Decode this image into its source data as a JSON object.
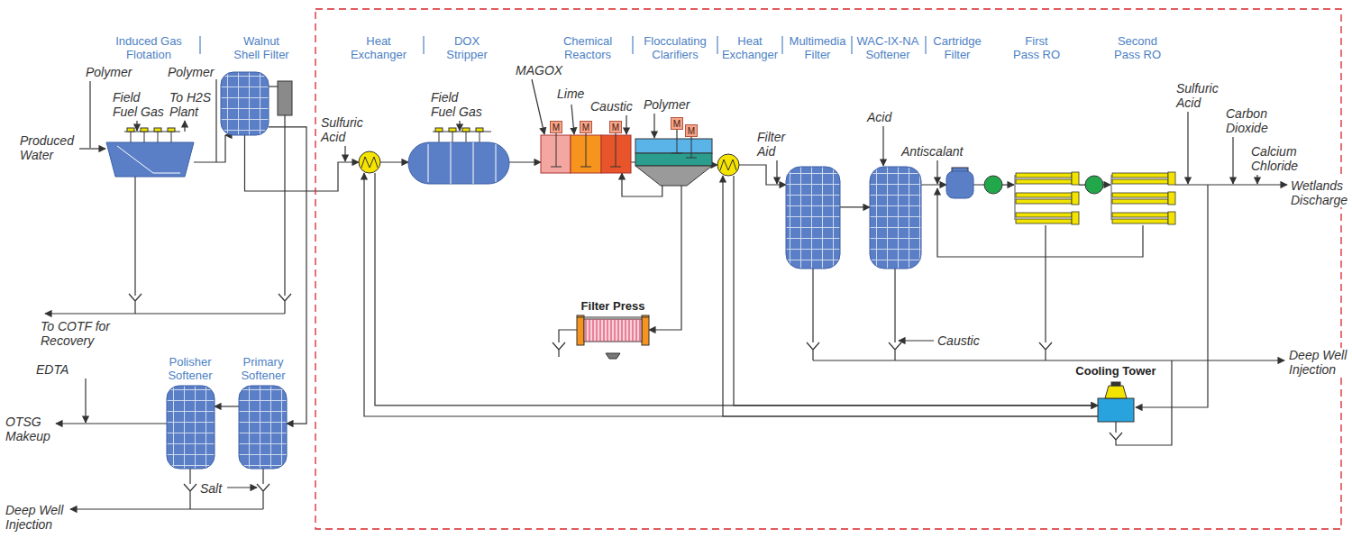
{
  "diagram": {
    "nodes": [
      {
        "text": [
          "Induced Gas Flotation"
        ]
      },
      {
        "text": [
          "Walnut Shell Filter"
        ]
      },
      {
        "text": [
          "Heat Exchanger"
        ]
      },
      {
        "text": [
          "DOX Stripper"
        ]
      },
      {
        "text": [
          "Chemical Reactors"
        ]
      },
      {
        "text": [
          "Flocculating Clarifiers"
        ]
      },
      {
        "text": [
          "Heat Exchanger"
        ]
      },
      {
        "text": [
          "Multimedia Filter"
        ]
      },
      {
        "text": [
          "WAC-IX-NA Softener"
        ]
      },
      {
        "text": [
          "Cartridge Filter"
        ]
      },
      {
        "text": [
          "First Pass RO"
        ]
      },
      {
        "text": [
          "Second Pass RO"
        ]
      },
      {
        "text": [
          "M"
        ]
      },
      {
        "text": [
          "M"
        ]
      },
      {
        "text": [
          "M"
        ]
      },
      {
        "text": [
          "M"
        ]
      },
      {
        "text": [
          "M"
        ]
      },
      {
        "text": [
          "Filter Press"
        ]
      },
      {
        "text": [
          "Polisher Softener"
        ]
      },
      {
        "text": [
          "Primary Softener"
        ]
      },
      {
        "text": [
          "Cooling Tower"
        ]
      }
    ],
    "edges": [
      {
        "from": 0,
        "to": 1,
        "arrow": "to"
      },
      {
        "from": 1,
        "to": 2,
        "arrow": "to"
      },
      {
        "from": 2,
        "to": 3,
        "arrow": "to"
      },
      {
        "from": 3,
        "to": 4,
        "arrow": "to"
      },
      {
        "from": 4,
        "to": 5,
        "arrow": "none"
      },
      {
        "from": 5,
        "to": 6,
        "arrow": "to"
      },
      {
        "from": 6,
        "to": 7,
        "arrow": "to"
      },
      {
        "from": 7,
        "to": 8,
        "arrow": "to"
      },
      {
        "from": 8,
        "to": 9,
        "arrow": "to"
      },
      {
        "from": 9,
        "to": 10,
        "arrow": "to"
      },
      {
        "from": 10,
        "to": 11,
        "arrow": "to"
      },
      {
        "from": 5,
        "to": 17,
        "arrow": "to"
      },
      {
        "from": 5,
        "to": 4,
        "arrow": "to"
      },
      {
        "from": 1,
        "to": 19,
        "arrow": "to"
      },
      {
        "from": 19,
        "to": 18,
        "arrow": "to"
      },
      {
        "from": 2,
        "to": 20,
        "arrow": "to"
      },
      {
        "from": 20,
        "to": 2,
        "arrow": "to"
      },
      {
        "from": 6,
        "to": 20,
        "arrow": "to"
      },
      {
        "from": 20,
        "to": 6,
        "arrow": "to"
      }
    ],
    "labels": [
      "Polymer",
      "Field Fuel Gas",
      "To H2S Plant",
      "Polymer",
      "Produced Water",
      "To COTF for Recovery",
      "EDTA",
      "OTSG Makeup",
      "Salt",
      "Deep Well Injection",
      "Sulfuric Acid",
      "Field Fuel Gas",
      "MAGOX",
      "Lime",
      "Caustic",
      "Polymer",
      "Filter Aid",
      "Acid",
      "Antiscalant",
      "Caustic",
      "Sulfuric Acid",
      "Carbon Dioxide",
      "Calcium Chloride",
      "Wetlands Discharge",
      "Deep Well Injection"
    ]
  }
}
